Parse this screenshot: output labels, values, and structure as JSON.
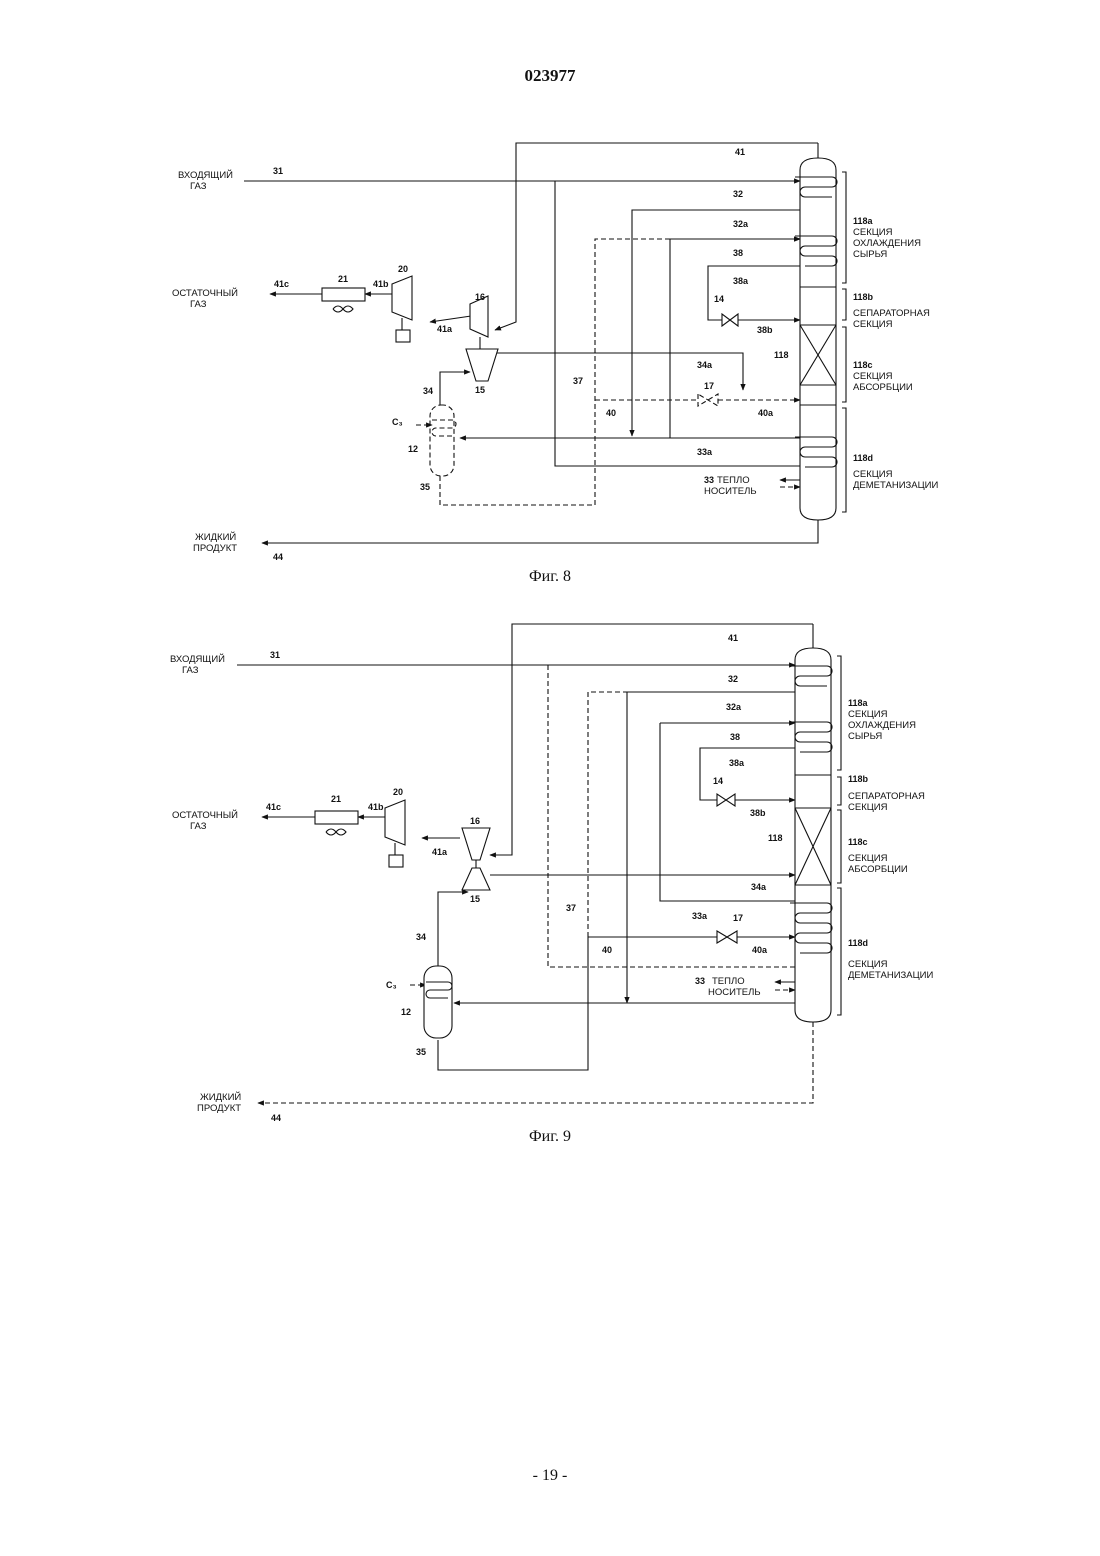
{
  "header": {
    "doc_number": "023977"
  },
  "footer": {
    "page_number": "- 19 -"
  },
  "figures": [
    {
      "caption": "Фиг. 8",
      "labels": {
        "inlet_gas_1": "ВХОДЯЩИЙ",
        "inlet_gas_2": "ГАЗ",
        "residue_gas_1": "ОСТАТОЧНЫЙ",
        "residue_gas_2": "ГАЗ",
        "liquid_product_1": "ЖИДКИЙ",
        "liquid_product_2": "ПРОДУКТ",
        "heat_medium_1": "ТЕПЛО",
        "heat_medium_2": "НОСИТЕЛЬ",
        "sec_118a_id": "118a",
        "sec_118a_1": "СЕКЦИЯ",
        "sec_118a_2": "ОХЛАЖДЕНИЯ",
        "sec_118a_3": "СЫРЬЯ",
        "sec_118b_id": "118b",
        "sec_118b_1": "СЕПАРАТОРНАЯ",
        "sec_118b_2": "СЕКЦИЯ",
        "sec_118c_id": "118c",
        "sec_118c_1": "СЕКЦИЯ",
        "sec_118c_2": "АБСОРБЦИИ",
        "sec_118d_id": "118d",
        "sec_118d_1": "СЕКЦИЯ",
        "sec_118d_2": "ДЕМЕТАНИЗАЦИИ",
        "tower": "118",
        "s31": "31",
        "s41": "41",
        "s32": "32",
        "s32a": "32a",
        "s38": "38",
        "s38a": "38a",
        "s38b": "38b",
        "s34a": "34a",
        "s34": "34",
        "s37": "37",
        "s40": "40",
        "s40a": "40a",
        "s33a": "33a",
        "s33": "33",
        "s35": "35",
        "s44": "44",
        "s41a": "41a",
        "s41b": "41b",
        "s41c": "41c",
        "c3": "C₃",
        "e12": "12",
        "e14": "14",
        "e15": "15",
        "e16": "16",
        "e17": "17",
        "e20": "20",
        "e21": "21"
      }
    },
    {
      "caption": "Фиг. 9",
      "labels": {
        "inlet_gas_1": "ВХОДЯЩИЙ",
        "inlet_gas_2": "ГАЗ",
        "residue_gas_1": "ОСТАТОЧНЫЙ",
        "residue_gas_2": "ГАЗ",
        "liquid_product_1": "ЖИДКИЙ",
        "liquid_product_2": "ПРОДУКТ",
        "heat_medium_1": "ТЕПЛО",
        "heat_medium_2": "НОСИТЕЛЬ",
        "sec_118a_id": "118a",
        "sec_118a_1": "СЕКЦИЯ",
        "sec_118a_2": "ОХЛАЖДЕНИЯ",
        "sec_118a_3": "СЫРЬЯ",
        "sec_118b_id": "118b",
        "sec_118b_1": "СЕПАРАТОРНАЯ",
        "sec_118b_2": "СЕКЦИЯ",
        "sec_118c_id": "118c",
        "sec_118c_1": "СЕКЦИЯ",
        "sec_118c_2": "АБСОРБЦИИ",
        "sec_118d_id": "118d",
        "sec_118d_1": "СЕКЦИЯ",
        "sec_118d_2": "ДЕМЕТАНИЗАЦИИ",
        "tower": "118",
        "s31": "31",
        "s41": "41",
        "s32": "32",
        "s32a": "32a",
        "s38": "38",
        "s38a": "38a",
        "s38b": "38b",
        "s34a": "34a",
        "s34": "34",
        "s37": "37",
        "s40": "40",
        "s40a": "40a",
        "s33a": "33a",
        "s33": "33",
        "s35": "35",
        "s44": "44",
        "s41a": "41a",
        "s41b": "41b",
        "s41c": "41c",
        "c3": "C₃",
        "e12": "12",
        "e14": "14",
        "e15": "15",
        "e16": "16",
        "e17": "17",
        "e20": "20",
        "e21": "21"
      }
    }
  ]
}
